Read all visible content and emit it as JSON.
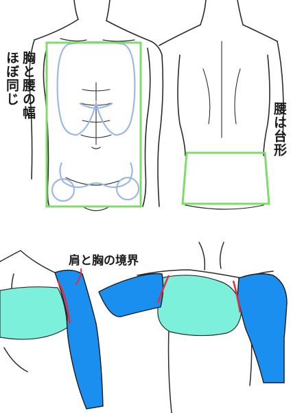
{
  "labels": {
    "chest_waist_col1": "胸と腰の幅",
    "chest_waist_col2": "ほぼ同じ",
    "waist_trapezoid": "腰は台形",
    "shoulder_chest_boundary": "肩と胸の境界"
  },
  "colors": {
    "width_box": "#7ddc6a",
    "muscle_outline": "#9ab8e8",
    "chest_fill": "#7df0dc",
    "shoulder_fill": "#1a8ff0",
    "boundary_line": "#e03040",
    "sketch_line": "#2a2a2a"
  }
}
